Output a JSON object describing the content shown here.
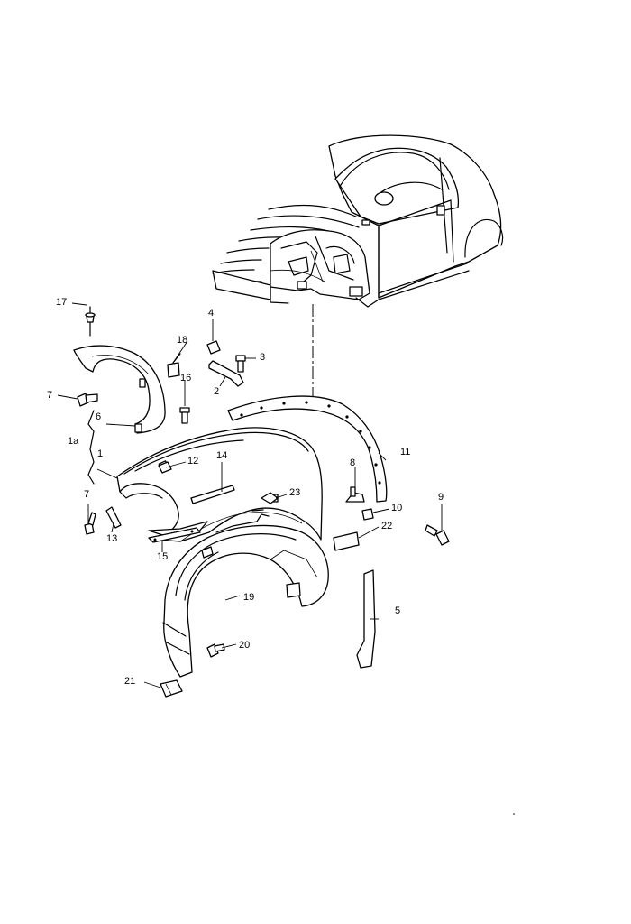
{
  "callouts": {
    "c1": "1",
    "c1a": "1a",
    "c2": "2",
    "c3": "3",
    "c4": "4",
    "c5": "5",
    "c6": "6",
    "c7a": "7",
    "c7b": "7",
    "c8": "8",
    "c9": "9",
    "c10": "10",
    "c11": "11",
    "c12": "12",
    "c13": "13",
    "c14": "14",
    "c15": "15",
    "c16": "16",
    "c17": "17",
    "c18": "18",
    "c19": "19",
    "c20": "20",
    "c21": "21",
    "c22": "22",
    "c23": "23"
  },
  "icons": {
    "car_body": "car-body-outline",
    "fasteners": "screw-bolt-clip-glyphs"
  },
  "colors": {
    "line": "#000000",
    "background": "#ffffff"
  }
}
